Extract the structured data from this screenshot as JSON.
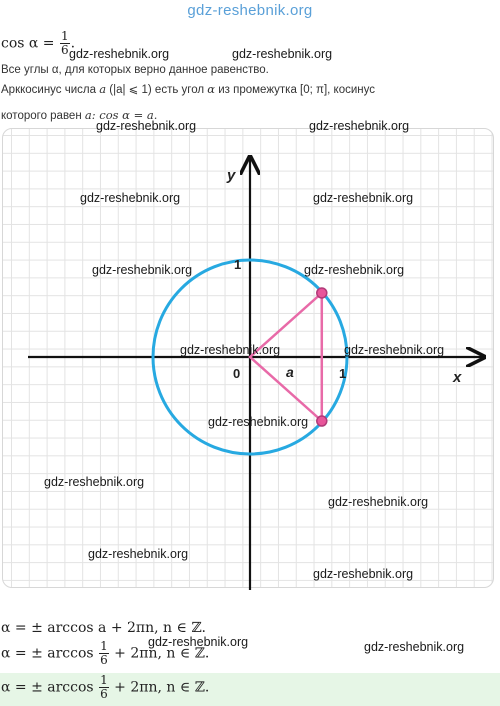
{
  "watermark_top": "gdz-reshebnik.org",
  "watermark": "gdz-reshebnik.org",
  "header": {
    "cos_lhs": "cos α = ",
    "frac_num": "1",
    "frac_den": "6",
    "period": "."
  },
  "line1": "Все углы α, для которых верно данное равенство.",
  "line2_a": "Арккосинус числа ",
  "line2_b": "a",
  "line2_c": " (|a| ⩽ 1) есть угол ",
  "line2_d": "α",
  "line2_e": " из промежутка [0;  π], косинус",
  "line3_a": "которого равен ",
  "line3_b": "a: cos α = a.",
  "diagram": {
    "x_label": "x",
    "y_label": "y",
    "origin_label": "0",
    "one_x_label": "1",
    "one_y_label": "1",
    "angle_label": "a",
    "circle_color": "#27a9e1",
    "triangle_color": "#e86aa8",
    "point_fill": "#e8559a",
    "cos_value": 0.1667
  },
  "answers": {
    "line1_lhs": "α = ± arccos a + 2πn,  n ∈ ℤ.",
    "line2_pre": "α = ± arccos ",
    "line2_num": "1",
    "line2_den": "6",
    "line2_post": " + 2πn,  n ∈ ℤ.",
    "line3_pre": "α = ± arccos ",
    "line3_num": "1",
    "line3_den": "6",
    "line3_post": " + 2πn,  n ∈ ℤ."
  }
}
